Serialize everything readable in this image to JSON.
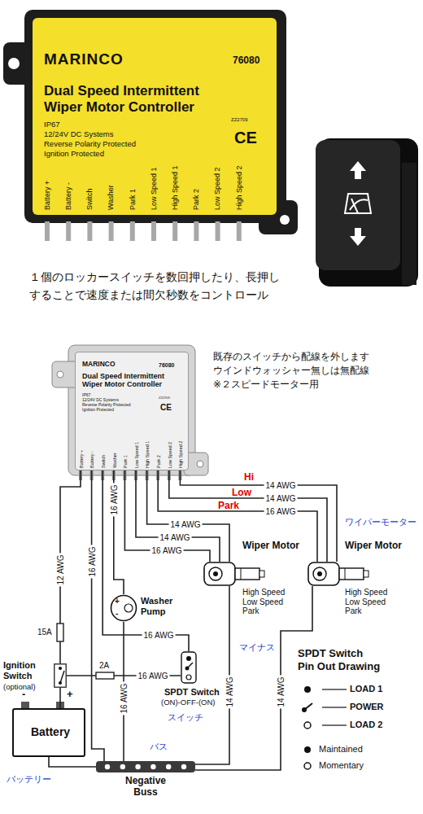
{
  "diagram": {
    "nodes": [
      {
        "text": [
          "MARINCO",
          "76080",
          "Dual Speed Intermittent Wiper Motor Controller",
          "IP67",
          "12/24V DC Systems",
          "Reverse Polarity Protected",
          "Ignition Protected",
          "ZZ2709",
          "CE",
          "Battery +",
          "Battery -",
          "Switch",
          "Washer",
          "Park 1",
          "Low Speed 1",
          "High Speed 1",
          "Park 2",
          "Low Speed 2",
          "High Speed 2"
        ]
      },
      {
        "text": [
          "MARINCO",
          "76080",
          "Dual Speed Intermittent Wiper Motor Controller",
          "IP67",
          "12/24V DC Systems",
          "Reverse Polarity Protected",
          "Ignition Protected",
          "ZZ2709",
          "CE",
          "Battery +",
          "Battery -",
          "Switch",
          "Washer",
          "Park 1",
          "Low Speed 1",
          "High Speed 1",
          "Park 2",
          "Low Speed 2",
          "High Speed 2"
        ]
      },
      {
        "text": [
          "Wiper Motor",
          "High Speed Low Speed Park"
        ]
      },
      {
        "text": [
          "Wiper Motor",
          "High Speed Low Speed Park"
        ]
      },
      {
        "text": [
          "Washer Pump"
        ]
      },
      {
        "text": [
          "SPDT Switch",
          "(ON)-OFF-(ON)"
        ]
      },
      {
        "text": [
          "Ignition Switch",
          "(optional)"
        ]
      },
      {
        "text": [
          "Battery"
        ]
      },
      {
        "text": [
          "Negative Buss"
        ]
      }
    ],
    "edges": [
      {
        "from": 1,
        "to": 2,
        "arrow": "none",
        "label": "14 AWG"
      },
      {
        "from": 1,
        "to": 2,
        "arrow": "none",
        "label": "14 AWG"
      },
      {
        "from": 1,
        "to": 2,
        "arrow": "none",
        "label": "16 AWG"
      },
      {
        "from": 1,
        "to": 3,
        "arrow": "none",
        "label": "14 AWG"
      },
      {
        "from": 1,
        "to": 3,
        "arrow": "none",
        "label": "14 AWG"
      },
      {
        "from": 1,
        "to": 3,
        "arrow": "none",
        "label": "16 AWG"
      },
      {
        "from": 1,
        "to": 4,
        "arrow": "none",
        "label": "16 AWG"
      },
      {
        "from": 1,
        "to": 5,
        "arrow": "none",
        "label": "16 AWG"
      },
      {
        "from": 1,
        "to": 6,
        "arrow": "none",
        "label": "12 AWG"
      },
      {
        "from": 1,
        "to": 8,
        "arrow": "none",
        "label": "16 AWG"
      },
      {
        "from": 4,
        "to": 8,
        "arrow": "none",
        "label": "16 AWG"
      },
      {
        "from": 2,
        "to": 8,
        "arrow": "none",
        "label": "14 AWG"
      },
      {
        "from": 3,
        "to": 8,
        "arrow": "none",
        "label": "14 AWG"
      },
      {
        "from": 6,
        "to": 5,
        "arrow": "none",
        "label": "16 AWG"
      },
      {
        "from": 6,
        "to": 7,
        "arrow": "none"
      },
      {
        "from": 7,
        "to": 8,
        "arrow": "none"
      }
    ],
    "labels": [
      "１個のロッカースイッチを数回押したり、長押しすることで速度または間欠秒数をコントロール",
      "既存のスイッチから配線を外します",
      "ウインドウォッシャー無しは無配線",
      "※２スピードモーター用",
      "Hi",
      "Low",
      "Park",
      "ワイパーモーター",
      "マイナス",
      "スイッチ",
      "バス",
      "バッテリー",
      "15A",
      "2A",
      "+",
      "-",
      "-",
      "+",
      "SPDT Switch",
      "Pin Out Drawing"
    ],
    "legend": [
      {
        "text": "LOAD 1"
      },
      {
        "text": "POWER"
      },
      {
        "text": "LOAD 2"
      },
      {
        "text": "Maintained"
      },
      {
        "text": "Momentary"
      }
    ]
  }
}
